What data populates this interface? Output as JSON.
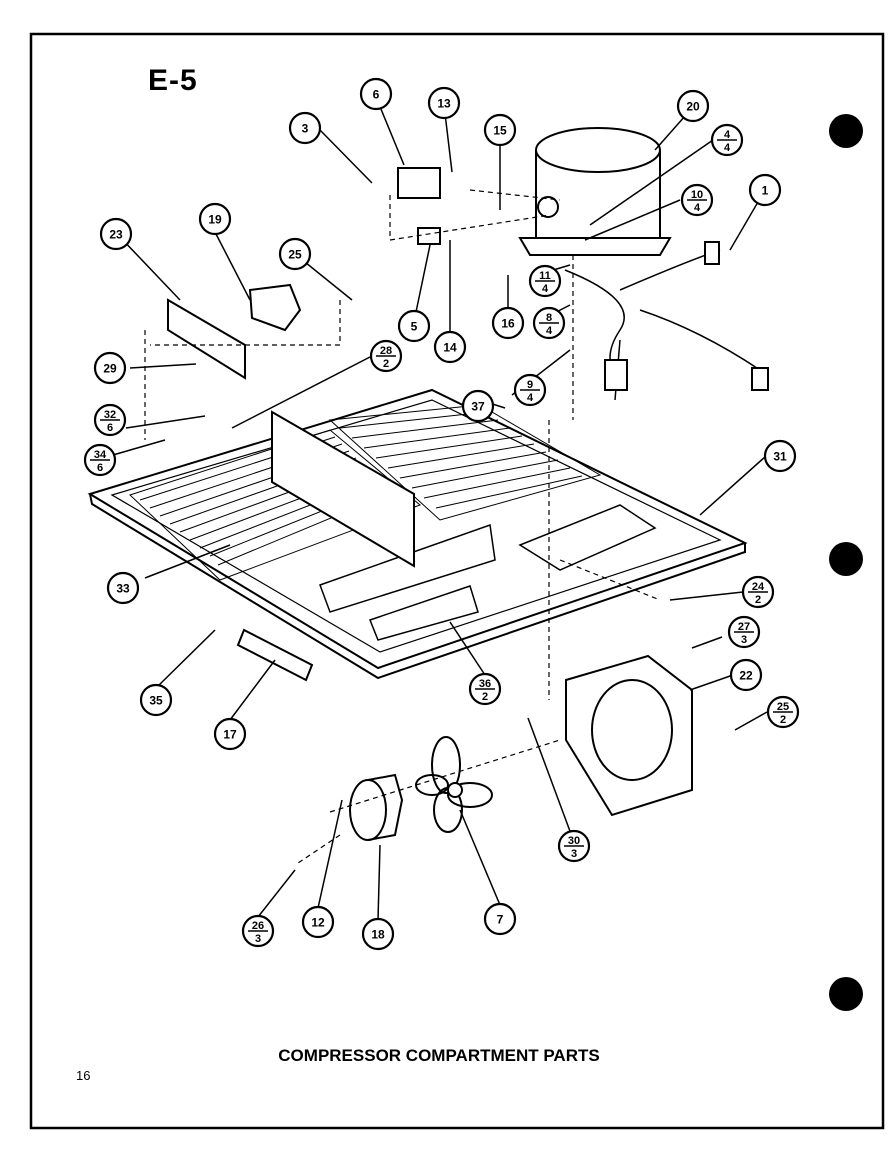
{
  "section_id": "E-5",
  "caption": "COMPRESSOR COMPARTMENT PARTS",
  "page_number": "16",
  "callouts": [
    {
      "id": "c1",
      "num": "1"
    },
    {
      "id": "c3",
      "num": "3"
    },
    {
      "id": "c5",
      "num": "5"
    },
    {
      "id": "c6",
      "num": "6"
    },
    {
      "id": "c7",
      "num": "7"
    },
    {
      "id": "c12",
      "num": "12"
    },
    {
      "id": "c13",
      "num": "13"
    },
    {
      "id": "c14",
      "num": "14"
    },
    {
      "id": "c15",
      "num": "15"
    },
    {
      "id": "c16",
      "num": "16"
    },
    {
      "id": "c17",
      "num": "17"
    },
    {
      "id": "c18",
      "num": "18"
    },
    {
      "id": "c19",
      "num": "19"
    },
    {
      "id": "c20",
      "num": "20"
    },
    {
      "id": "c22",
      "num": "22"
    },
    {
      "id": "c23",
      "num": "23"
    },
    {
      "id": "c25",
      "num": "25"
    },
    {
      "id": "c29",
      "num": "29"
    },
    {
      "id": "c31",
      "num": "31"
    },
    {
      "id": "c33",
      "num": "33"
    },
    {
      "id": "c35",
      "num": "35"
    },
    {
      "id": "c37",
      "num": "37"
    },
    {
      "id": "f4_4",
      "num": "4",
      "den": "4"
    },
    {
      "id": "f10_4",
      "num": "10",
      "den": "4"
    },
    {
      "id": "f11_4",
      "num": "11",
      "den": "4"
    },
    {
      "id": "f8_4",
      "num": "8",
      "den": "4"
    },
    {
      "id": "f9_4",
      "num": "9",
      "den": "4"
    },
    {
      "id": "f28_2",
      "num": "28",
      "den": "2"
    },
    {
      "id": "f32_6",
      "num": "32",
      "den": "6"
    },
    {
      "id": "f34_6",
      "num": "34",
      "den": "6"
    },
    {
      "id": "f24_2",
      "num": "24",
      "den": "2"
    },
    {
      "id": "f27_3",
      "num": "27",
      "den": "3"
    },
    {
      "id": "f25_2",
      "num": "25",
      "den": "2"
    },
    {
      "id": "f36_2",
      "num": "36",
      "den": "2"
    },
    {
      "id": "f30_3",
      "num": "30",
      "den": "3"
    },
    {
      "id": "f26_3",
      "num": "26",
      "den": "3"
    }
  ]
}
